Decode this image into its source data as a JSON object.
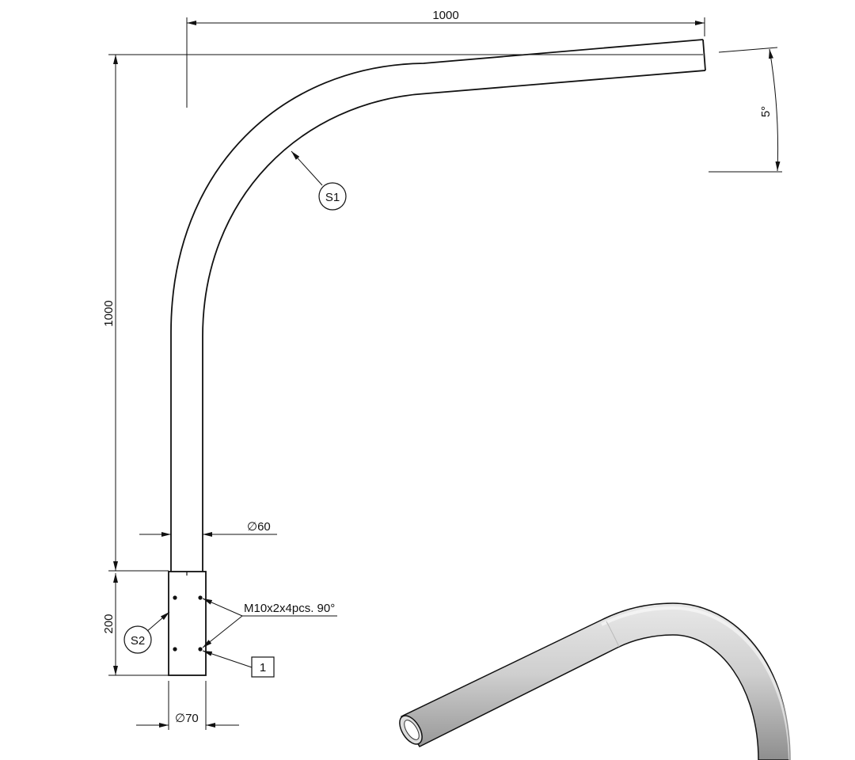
{
  "dimensions": {
    "top_width": "1000",
    "vertical_height": "1000",
    "angle": "5°",
    "pipe_diameter": "60",
    "sleeve_height": "200",
    "sleeve_diameter": "70"
  },
  "symbols": {
    "diameter": "∅"
  },
  "callouts": {
    "s1": "S1",
    "s2": "S2",
    "note_holes": "M10x2x4pcs. 90°",
    "item_1": "1"
  }
}
